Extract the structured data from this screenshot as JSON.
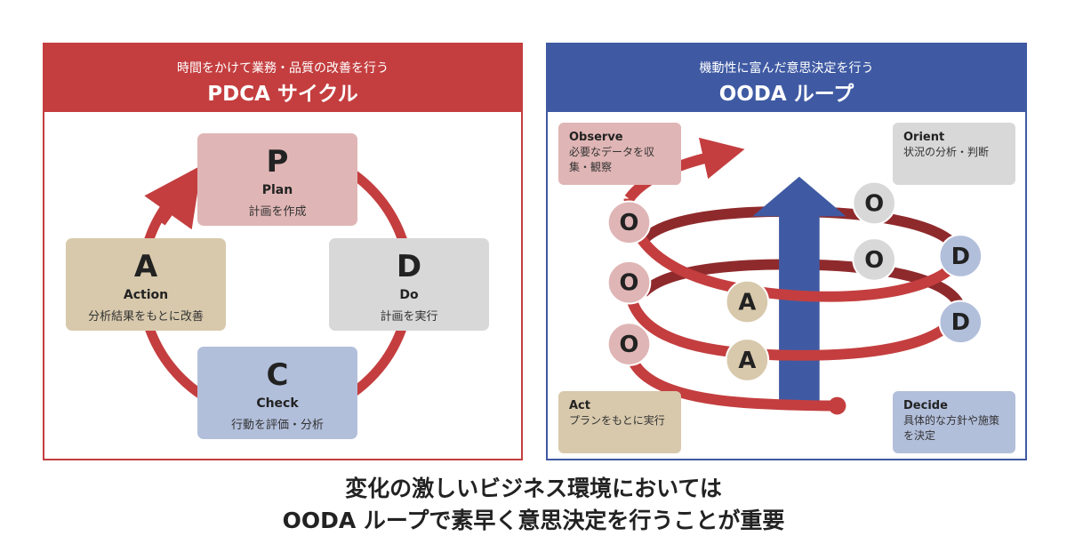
{
  "pdca": {
    "subtitle": "時間をかけて業務・品質の改善を行う",
    "title": "PDCA サイクル",
    "steps": [
      {
        "key": "p",
        "letter": "P",
        "name": "Plan",
        "desc": "計画を作成"
      },
      {
        "key": "d",
        "letter": "D",
        "name": "Do",
        "desc": "計画を実行"
      },
      {
        "key": "c",
        "letter": "C",
        "name": "Check",
        "desc": "行動を評価・分析"
      },
      {
        "key": "a",
        "letter": "A",
        "name": "Action",
        "desc": "分析結果をもとに改善"
      }
    ],
    "colors": {
      "header": "#c43e3f",
      "cycle": "#c43e3f",
      "plan": "#e0b5b5",
      "do": "#d8d8d8",
      "check": "#b2bfdb",
      "action": "#d8c9ac"
    }
  },
  "ooda": {
    "subtitle": "機動性に富んだ意思決定を行う",
    "title": "OODA ループ",
    "steps": [
      {
        "key": "observe",
        "name": "Observe",
        "desc": "必要なデータを収集・観察"
      },
      {
        "key": "orient",
        "name": "Orient",
        "desc": "状況の分析・判断"
      },
      {
        "key": "decide",
        "name": "Decide",
        "desc": "具体的な方針や施策を決定"
      },
      {
        "key": "act",
        "name": "Act",
        "desc": "プランをもとに実行"
      }
    ],
    "circle_letters": {
      "observe": "O",
      "orient": "O",
      "decide": "D",
      "act": "A"
    },
    "colors": {
      "header": "#3f5aa3",
      "spiral": "#c43e3f",
      "spiral_dark": "#8f2a2c",
      "arrow": "#3f5aa3",
      "observe": "#e0b5b5",
      "orient": "#d8d8d8",
      "decide": "#b2bfdb",
      "act": "#d8c9ac"
    }
  },
  "caption": {
    "line1": "変化の激しいビジネス環境においては",
    "line2": "OODA ループで素早く意思決定を行うことが重要"
  }
}
